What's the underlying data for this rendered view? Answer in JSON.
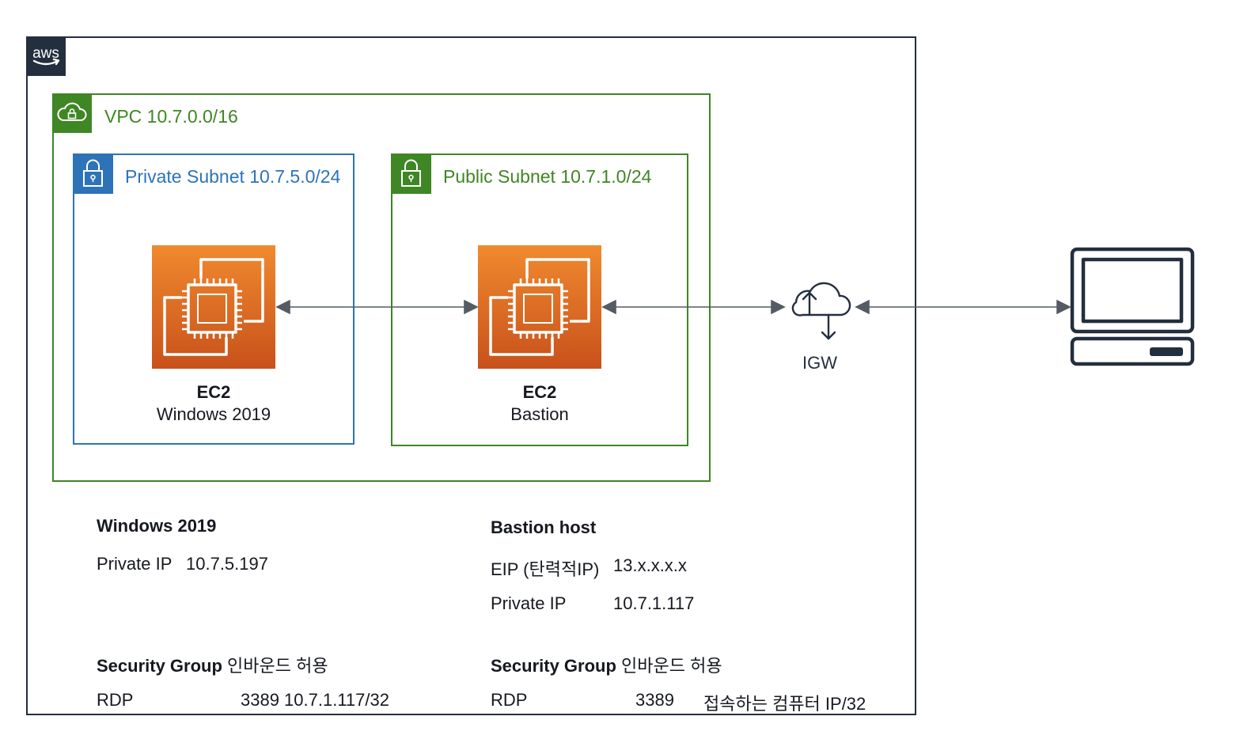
{
  "cloud": {
    "badge_icon": "aws-logo-icon",
    "badge_text": "aws"
  },
  "vpc": {
    "label": "VPC 10.7.0.0/16",
    "icon": "vpc-cloud-lock-icon",
    "color": "#3f8624"
  },
  "private_subnet": {
    "label": "Private Subnet 10.7.5.0/24",
    "icon": "lock-icon",
    "color": "#2e73b8",
    "instance": {
      "icon": "ec2-instance-icon",
      "title": "EC2",
      "subtitle": "Windows 2019"
    }
  },
  "public_subnet": {
    "label": "Public Subnet 10.7.1.0/24",
    "icon": "lock-icon",
    "color": "#3f8624",
    "instance": {
      "icon": "ec2-instance-icon",
      "title": "EC2",
      "subtitle": "Bastion"
    }
  },
  "igw": {
    "icon": "internet-gateway-icon",
    "label": "IGW"
  },
  "client": {
    "icon": "client-computer-icon"
  },
  "connections": [
    {
      "from": "EC2 Windows 2019",
      "to": "EC2 Bastion",
      "type": "bidirectional"
    },
    {
      "from": "EC2 Bastion",
      "to": "IGW",
      "type": "bidirectional"
    },
    {
      "from": "IGW",
      "to": "client computer",
      "type": "bidirectional"
    }
  ],
  "windows_info": {
    "title": "Windows 2019",
    "private_ip_label": "Private IP",
    "private_ip": "10.7.5.197",
    "sg_title": "Security Group",
    "sg_suffix": "인바운드 허용",
    "rule_proto": "RDP",
    "rule_port_source": "3389 10.7.1.117/32"
  },
  "bastion_info": {
    "title": "Bastion host",
    "eip_label": "EIP (탄력적IP)",
    "eip": "13.x.x.x.x",
    "private_ip_label": "Private IP",
    "private_ip": "10.7.1.117",
    "sg_title": "Security Group",
    "sg_suffix": "인바운드 허용",
    "rule_proto": "RDP",
    "rule_port": "3389",
    "rule_source": "접속하는 컴퓨터 IP/32"
  },
  "colors": {
    "aws_dark": "#232f3e",
    "ec2_orange_top": "#f08a2e",
    "ec2_orange_bottom": "#c8511b",
    "line": "#545b64"
  }
}
